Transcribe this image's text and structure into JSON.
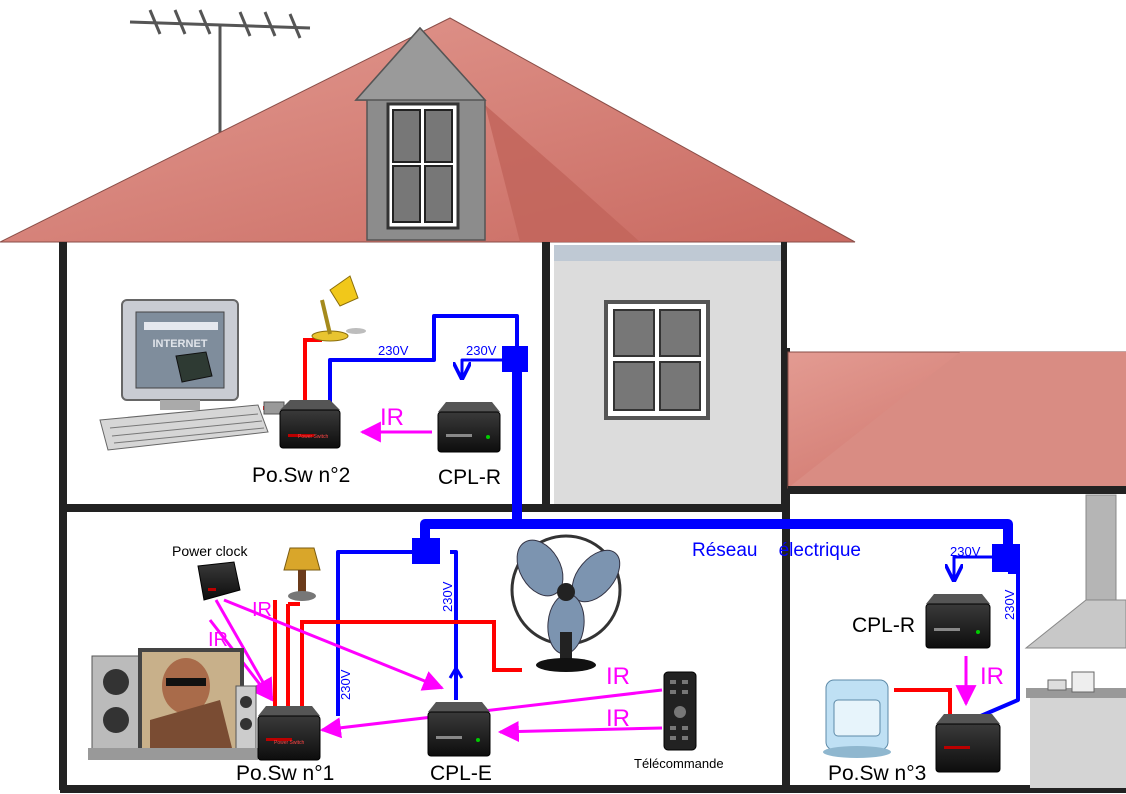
{
  "labels": {
    "posw2": "Po.Sw n°2",
    "cplr_top": "CPL-R",
    "cplr_right": "CPL-R",
    "posw1": "Po.Sw n°1",
    "cple": "CPL-E",
    "posw3": "Po.Sw n°3",
    "power_clock": "Power clock",
    "telecommande": "Télécommande",
    "reseau": "Réseau    électrique",
    "v230_a": "230V",
    "v230_b": "230V",
    "v230_c": "230V",
    "v230_d": "230V",
    "v230_e": "230V",
    "v230_f": "230V",
    "ir_top": "IR",
    "ir_left1": "IR",
    "ir_left2": "IR",
    "ir_mid1": "IR",
    "ir_mid2": "IR",
    "ir_right": "IR",
    "internet": "INTERNET",
    "device_brand": "Power Switch"
  },
  "colors": {
    "power_network": "#0000ff",
    "device_wire": "#ff0000",
    "ir_signal": "#ff00ff",
    "roof": "#d9837b",
    "wall": "#222222"
  }
}
